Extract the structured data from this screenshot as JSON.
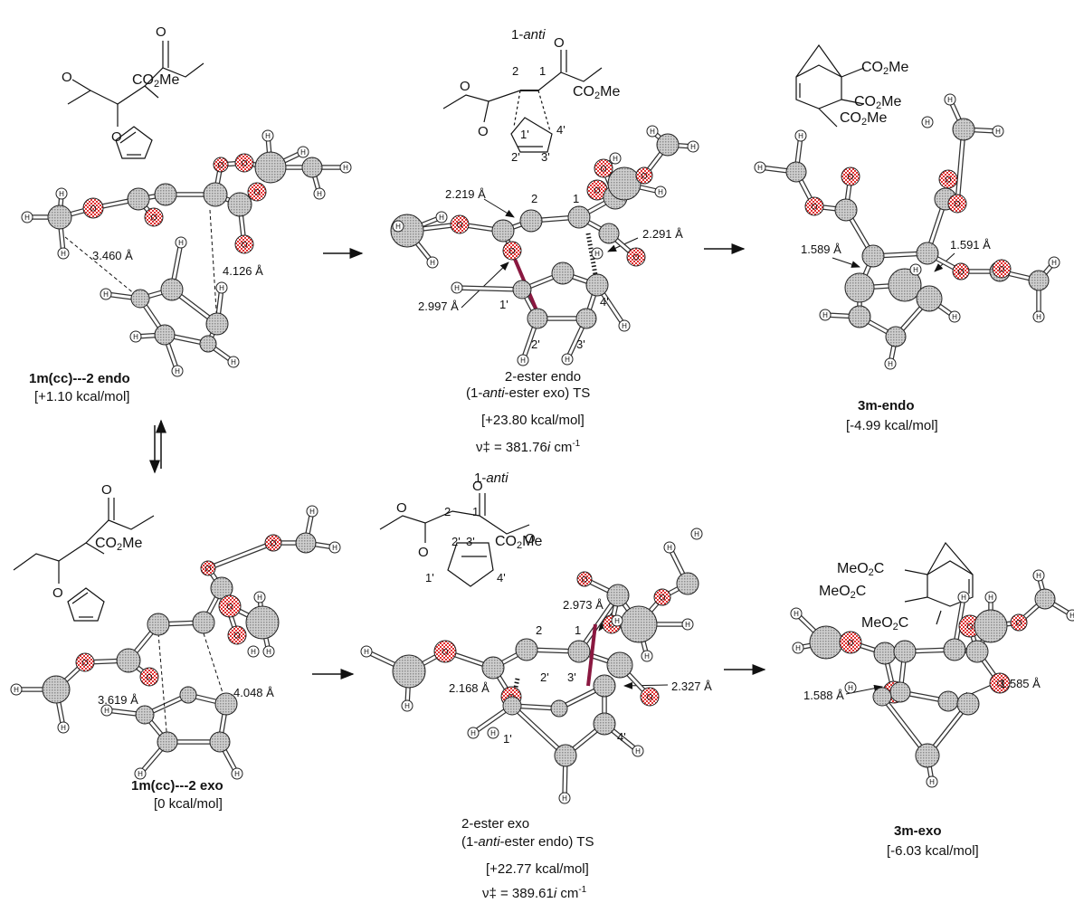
{
  "colors": {
    "atom_fill": "#b4b4b4",
    "oxygen_fill": "#e03030",
    "bond_highlight": "#8a1840",
    "ink": "#111111"
  },
  "atom_symbols": {
    "hydrogen": "H",
    "oxygen": "O"
  },
  "top_row": {
    "reactant": {
      "name": "1m(cc)---2 endo",
      "energy": "[+1.10 kcal/mol]",
      "structure_group": "CO2Me",
      "distances": [
        "3.460 Å",
        "4.126 Å"
      ]
    },
    "ts": {
      "header_prefix": "1-",
      "header_italic": "anti",
      "atom_numbers": [
        "2",
        "1",
        "1'",
        "2'",
        "3'",
        "4'"
      ],
      "group": "CO2Me",
      "distances": [
        "2.219 Å",
        "2.291 Å",
        "2.997 Å"
      ],
      "caption_line1": "2-ester endo",
      "caption_line2_open": "(1-",
      "caption_line2_italic": "anti",
      "caption_line2_close": "-ester exo) TS",
      "energy": "[+23.80 kcal/mol]",
      "freq_prefix": "ν‡ = 381.76",
      "freq_italic": "i",
      "freq_unit": " cm-1"
    },
    "product": {
      "name": "3m-endo",
      "energy": "[-4.99 kcal/mol]",
      "groups": [
        "CO2Me",
        "CO2Me",
        "CO2Me"
      ],
      "distances": [
        "1.589 Å",
        "1.591 Å"
      ]
    }
  },
  "bottom_row": {
    "reactant": {
      "name": "1m(cc)---2 exo",
      "energy": "[0 kcal/mol]",
      "structure_group": "CO2Me",
      "distances": [
        "3.619 Å",
        "4.048 Å"
      ]
    },
    "ts": {
      "header_prefix": "1-",
      "header_italic": "anti",
      "atom_numbers": [
        "2",
        "1",
        "2'",
        "3'",
        "1'",
        "4'"
      ],
      "group": "CO2Me",
      "distances": [
        "2.973 Å",
        "2.168 Å",
        "2.327 Å"
      ],
      "caption_line1": "2-ester  exo",
      "caption_line2_open": "(1-",
      "caption_line2_italic": "anti",
      "caption_line2_close": "-ester endo) TS",
      "energy": "[+22.77 kcal/mol]",
      "freq_prefix": "ν‡ = 389.61",
      "freq_italic": "i",
      "freq_unit": " cm-1"
    },
    "product": {
      "name": "3m-exo",
      "energy": "[-6.03 kcal/mol]",
      "groups": [
        "MeO2C",
        "MeO2C",
        "MeO2C"
      ],
      "distances": [
        "1.588 Å",
        "1.585 Å"
      ]
    }
  }
}
